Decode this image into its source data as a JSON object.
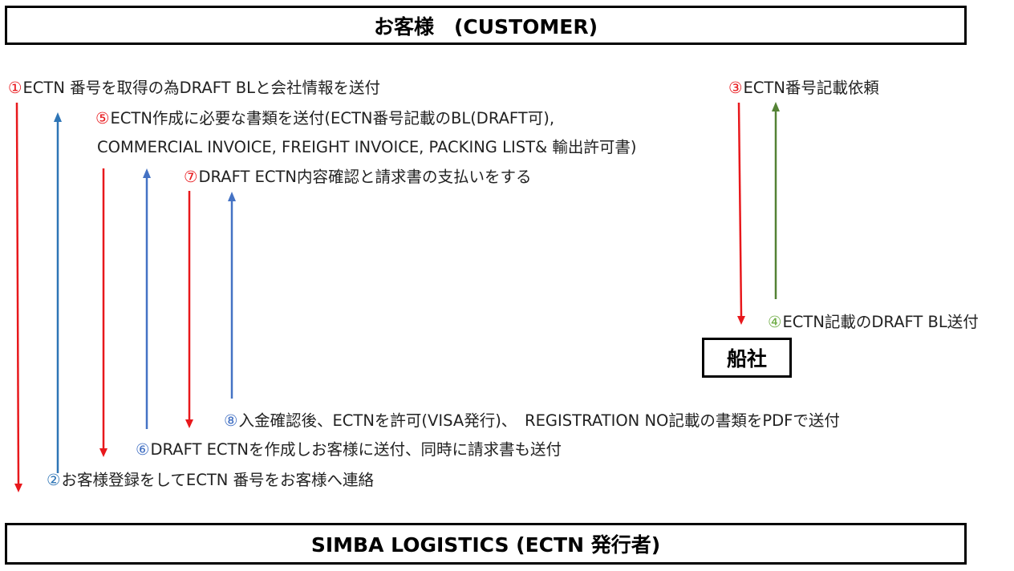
{
  "boxes": {
    "customer": "お客様　(CUSTOMER)",
    "simba": "SIMBA LOGISTICS (ECTN 発行者)",
    "carrier": "船社"
  },
  "colors": {
    "red": "#e8181c",
    "blue": "#2e75b6",
    "steel_blue": "#4472c4",
    "green": "#548235",
    "green_text": "#70ad47"
  },
  "steps": {
    "s1": {
      "num": "①",
      "text": "ECTN 番号を取得の為DRAFT BLと会社情報を送付"
    },
    "s2": {
      "num": "②",
      "text": "お客様登録をしてECTN 番号をお客様へ連絡"
    },
    "s3": {
      "num": "③",
      "text": "ECTN番号記載依頼"
    },
    "s4": {
      "num": "④",
      "text": "ECTN記載のDRAFT BL送付"
    },
    "s5": {
      "num": "⑤",
      "text": "ECTN作成に必要な書類を送付(ECTN番号記載のBL(DRAFT可),",
      "text2": "COMMERCIAL INVOICE, FREIGHT INVOICE, PACKING LIST& 輸出許可書)"
    },
    "s6": {
      "num": "⑥",
      "text": "DRAFT ECTNを作成しお客様に送付、同時に請求書も送付"
    },
    "s7": {
      "num": "⑦",
      "text": "DRAFT ECTN内容確認と請求書の支払いをする"
    },
    "s8": {
      "num": "⑧",
      "text": "入金確認後、ECTNを許可(VISA発行)、　REGISTRATION NO記載の書類をPDFで送付"
    }
  }
}
